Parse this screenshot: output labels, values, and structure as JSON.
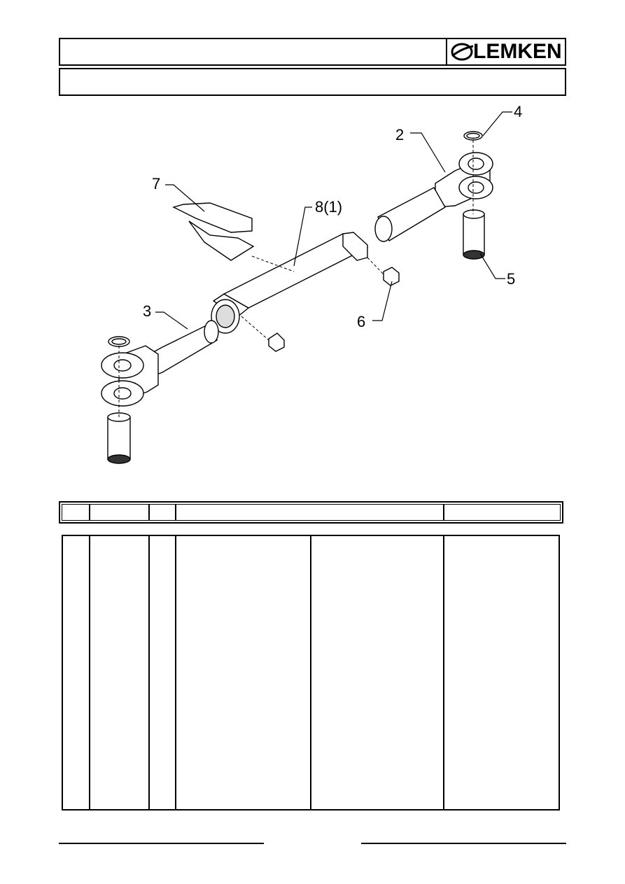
{
  "header": {
    "brand": "LEMKEN"
  },
  "drawing": {
    "callouts": [
      {
        "id": "c4",
        "label": "4"
      },
      {
        "id": "c2",
        "label": "2"
      },
      {
        "id": "c7",
        "label": "7"
      },
      {
        "id": "c8",
        "label": "8(1)"
      },
      {
        "id": "c5",
        "label": "5"
      },
      {
        "id": "c3",
        "label": "3"
      },
      {
        "id": "c6",
        "label": "6"
      }
    ]
  }
}
